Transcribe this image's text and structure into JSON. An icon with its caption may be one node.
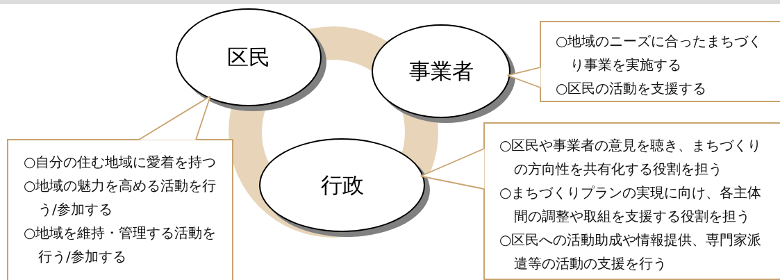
{
  "diagram": {
    "nodes": [
      {
        "text": [
          "区民"
        ]
      },
      {
        "text": [
          "事業者"
        ]
      },
      {
        "text": [
          "行政"
        ]
      },
      {
        "text": [
          "○自分の住む地域に愛着を持つ",
          "○地域の魅力を高める活動を行う/参加する",
          "○地域を維持・管理する活動を行う/参加する"
        ]
      },
      {
        "text": [
          "○地域のニーズに合ったまちづくり事業を実施する",
          "○区民の活動を支援する"
        ]
      },
      {
        "text": [
          "○区民や事業者の意見を聴き、まちづくりの方向性を共有化する役割を担う",
          "○まちづくりプランの実現に向け、各主体間の調整や取組を支援する役割を担う",
          "○区民への活動助成や情報提供、専門家派遣等の活動の支援を行う"
        ]
      }
    ],
    "edges": [
      {
        "from": 3,
        "to": 0,
        "arrow": "none"
      },
      {
        "from": 4,
        "to": 1,
        "arrow": "none"
      },
      {
        "from": 5,
        "to": 2,
        "arrow": "none"
      }
    ]
  }
}
